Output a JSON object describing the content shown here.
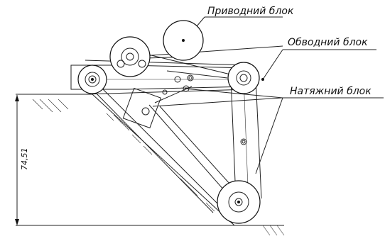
{
  "labels": {
    "drive_block": "Приводний блок",
    "bypass_block": "Обводний блок",
    "tension_block": "Натяжний блок"
  },
  "dimension": {
    "height_value": "74,51"
  }
}
